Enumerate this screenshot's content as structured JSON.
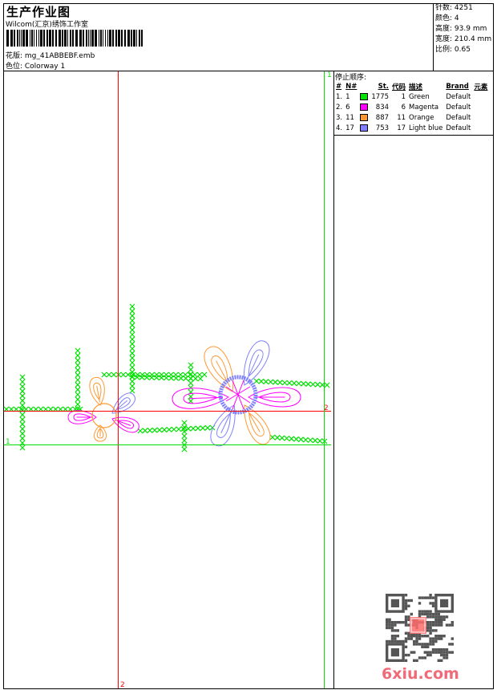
{
  "header": {
    "title": "生产作业图",
    "company": "Wilcom(汇京)绣饰工作室",
    "pattern": "花版: mg_41ABBEBF.emb",
    "colorway": "色位: Colorway 1"
  },
  "info": [
    {
      "label": "针数",
      "value": "4251"
    },
    {
      "label": "颜色",
      "value": "4"
    },
    {
      "label": "高度",
      "value": "93.9 mm"
    },
    {
      "label": "宽度",
      "value": "210.4 mm"
    },
    {
      "label": "比例",
      "value": "0.65"
    }
  ],
  "stop_sequence": {
    "title": "停止顺序:",
    "columns": [
      "#",
      "N#",
      "St.",
      "代码",
      "描述",
      "Brand",
      "元素"
    ],
    "rows": [
      {
        "idx": "1.",
        "n": "1",
        "color": "#00e000",
        "st": "1775",
        "code": "1",
        "desc": "Green",
        "brand": "Default"
      },
      {
        "idx": "2.",
        "n": "6",
        "color": "#ff00ff",
        "st": "834",
        "code": "6",
        "desc": "Magenta",
        "brand": "Default"
      },
      {
        "idx": "3.",
        "n": "11",
        "color": "#ff9933",
        "st": "887",
        "code": "11",
        "desc": "Orange",
        "brand": "Default"
      },
      {
        "idx": "4.",
        "n": "17",
        "color": "#8080ff",
        "st": "753",
        "code": "17",
        "desc": "Light blue",
        "brand": "Default"
      }
    ]
  },
  "guides": {
    "red_label_v": "2",
    "red_label_h": "2",
    "green_label_h": "1",
    "green_label_v": "1",
    "red": "#ff0000",
    "green": "#00e000"
  },
  "watermark": {
    "text": "6xiu.com",
    "stamp": "以图版"
  }
}
